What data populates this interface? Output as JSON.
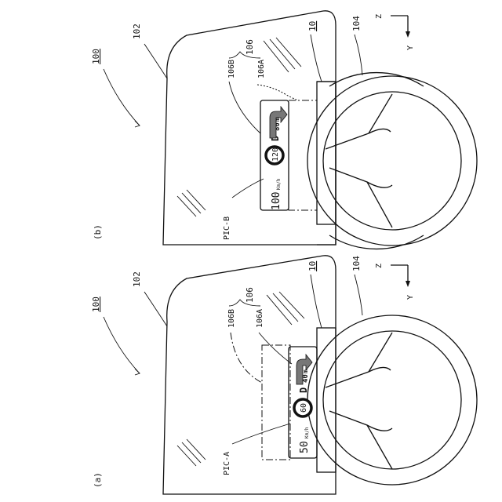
{
  "figure_b": {
    "label": "(b)",
    "ref_view": "100",
    "ref_windshield": "102",
    "ref_steering": "104",
    "ref_display_area": "106",
    "ref_area_a": "106A",
    "ref_area_b": "106B",
    "ref_device": "10",
    "picture_label": "PIC-B",
    "hud": {
      "speed_value": "100",
      "speed_unit": "Km/h",
      "limit_value": "120",
      "gear": "D",
      "distance_value": "80",
      "distance_unit": "m"
    },
    "axis_z": "Z",
    "axis_y": "Y"
  },
  "figure_a": {
    "label": "(a)",
    "ref_view": "100",
    "ref_windshield": "102",
    "ref_steering": "104",
    "ref_display_area": "106",
    "ref_area_a": "106A",
    "ref_area_b": "106B",
    "ref_device": "10",
    "picture_label": "PIC-A",
    "hud": {
      "speed_value": "50",
      "speed_unit": "Km/h",
      "limit_value": "60",
      "gear": "D",
      "distance_value": "40",
      "distance_unit": "m"
    },
    "axis_z": "Z",
    "axis_y": "Y"
  }
}
